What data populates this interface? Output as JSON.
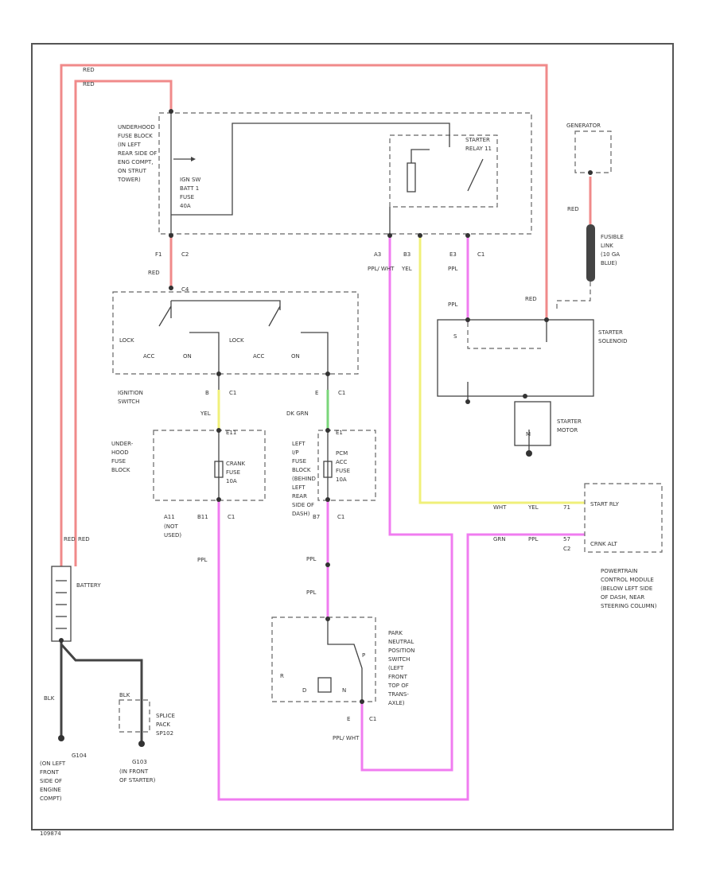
{
  "wire_colors": {
    "red": "#f08a8a",
    "pink": "#f07cf0",
    "yellow": "#f0f07a",
    "green": "#7ad67a",
    "black": "#444444"
  },
  "labels": {
    "red_top": "RED",
    "red_top2": "RED",
    "fuse_block_desc": [
      "UNDERHOOD",
      "FUSE BLOCK",
      "(IN LEFT",
      "REAR SIDE OF",
      "ENG COMPT,",
      "ON STRUT",
      "TOWER)"
    ],
    "ign_fuse": [
      "IGN SW",
      "BATT 1",
      "FUSE",
      "40A"
    ],
    "starter_relay": [
      "STARTER",
      "RELAY 11"
    ],
    "generator": "GENERATOR",
    "fusible_link": [
      "FUSIBLE",
      "LINK",
      "(10 GA",
      "BLUE)"
    ],
    "red_gen": "RED",
    "f1": "F1",
    "c2": "C2",
    "red_mid": "RED",
    "c4": "C4",
    "a3": "A3",
    "b3": "B3",
    "e3": "E3",
    "c1_top": "C1",
    "ppl_wht_top": "PPL/ WHT",
    "yel_top": "YEL",
    "ppl_top": "PPL",
    "ppl_sol": "PPL",
    "red_sol": "RED",
    "lock1": "LOCK",
    "acc1": "ACC",
    "on1": "ON",
    "lock2": "LOCK",
    "acc2": "ACC",
    "on2": "ON",
    "starter_solenoid": [
      "STARTER",
      "SOLENOID"
    ],
    "s_term": "S",
    "ignition_switch": [
      "IGNITION",
      "SWITCH"
    ],
    "b_pin": "B",
    "c1_b": "C1",
    "e_pin": "E",
    "c1_e": "C1",
    "yel_mid": "YEL",
    "dk_grn": "DK GRN",
    "starter_motor": [
      "STARTER",
      "MOTOR"
    ],
    "m_symbol": "M",
    "underhood_fuse": [
      "UNDER-",
      "HOOD",
      "FUSE",
      "BLOCK"
    ],
    "e11": "E11",
    "crank_fuse": [
      "CRANK",
      "FUSE",
      "10A"
    ],
    "left_ip_fuse": [
      "LEFT",
      "I/P",
      "FUSE",
      "BLOCK",
      "(BEHIND",
      "LEFT",
      "REAR",
      "SIDE OF",
      "DASH)"
    ],
    "e1": "E1",
    "pcm_fuse": [
      "PCM",
      "ACC",
      "FUSE",
      "10A"
    ],
    "wht": "WHT",
    "yel_pcm": "YEL",
    "pin_71": "71",
    "start_rly": "START RLY",
    "grn": "GRN",
    "ppl_pcm": "PPL",
    "pin_57": "57",
    "c2_pcm": "C2",
    "crnk_alt": "CRNK ALT",
    "a11": "A11",
    "not_used": [
      "(NOT",
      "USED)"
    ],
    "b11": "B11",
    "c1_b11": "C1",
    "b7": "B7",
    "c1_b7": "C1",
    "ppl_left": "PPL",
    "pcm_desc": [
      "POWERTRAIN",
      "CONTROL MODULE",
      "(BELOW LEFT SIDE",
      "OF DASH, NEAR",
      "STEERING COLUMN)"
    ],
    "ppl_a": "PPL",
    "ppl_b": "PPL",
    "battery": "BATTERY",
    "red_batt": "RED",
    "red_batt2": "RED",
    "pnp_switch": [
      "PARK",
      "NEUTRAL",
      "POSITION",
      "SWITCH",
      "(LEFT",
      "FRONT",
      "TOP OF",
      "TRANS-",
      "AXLE)"
    ],
    "p_pos": "P",
    "r_pos": "R",
    "d_pos": "D",
    "n_pos": "N",
    "blk1": "BLK",
    "blk2": "BLK",
    "splice_pack": [
      "SPLICE",
      "PACK",
      "SP102"
    ],
    "e_pnp": "E",
    "c1_pnp": "C1",
    "ppl_wht_pnp": "PPL/ WHT",
    "g104": "G104",
    "g_left": [
      "(ON LEFT",
      "FRONT",
      "SIDE OF",
      "ENGINE",
      "COMPT)"
    ],
    "g103": "G103",
    "g_front": [
      "(IN FRONT",
      "OF STARTER)"
    ],
    "diagram_id": "109874"
  }
}
